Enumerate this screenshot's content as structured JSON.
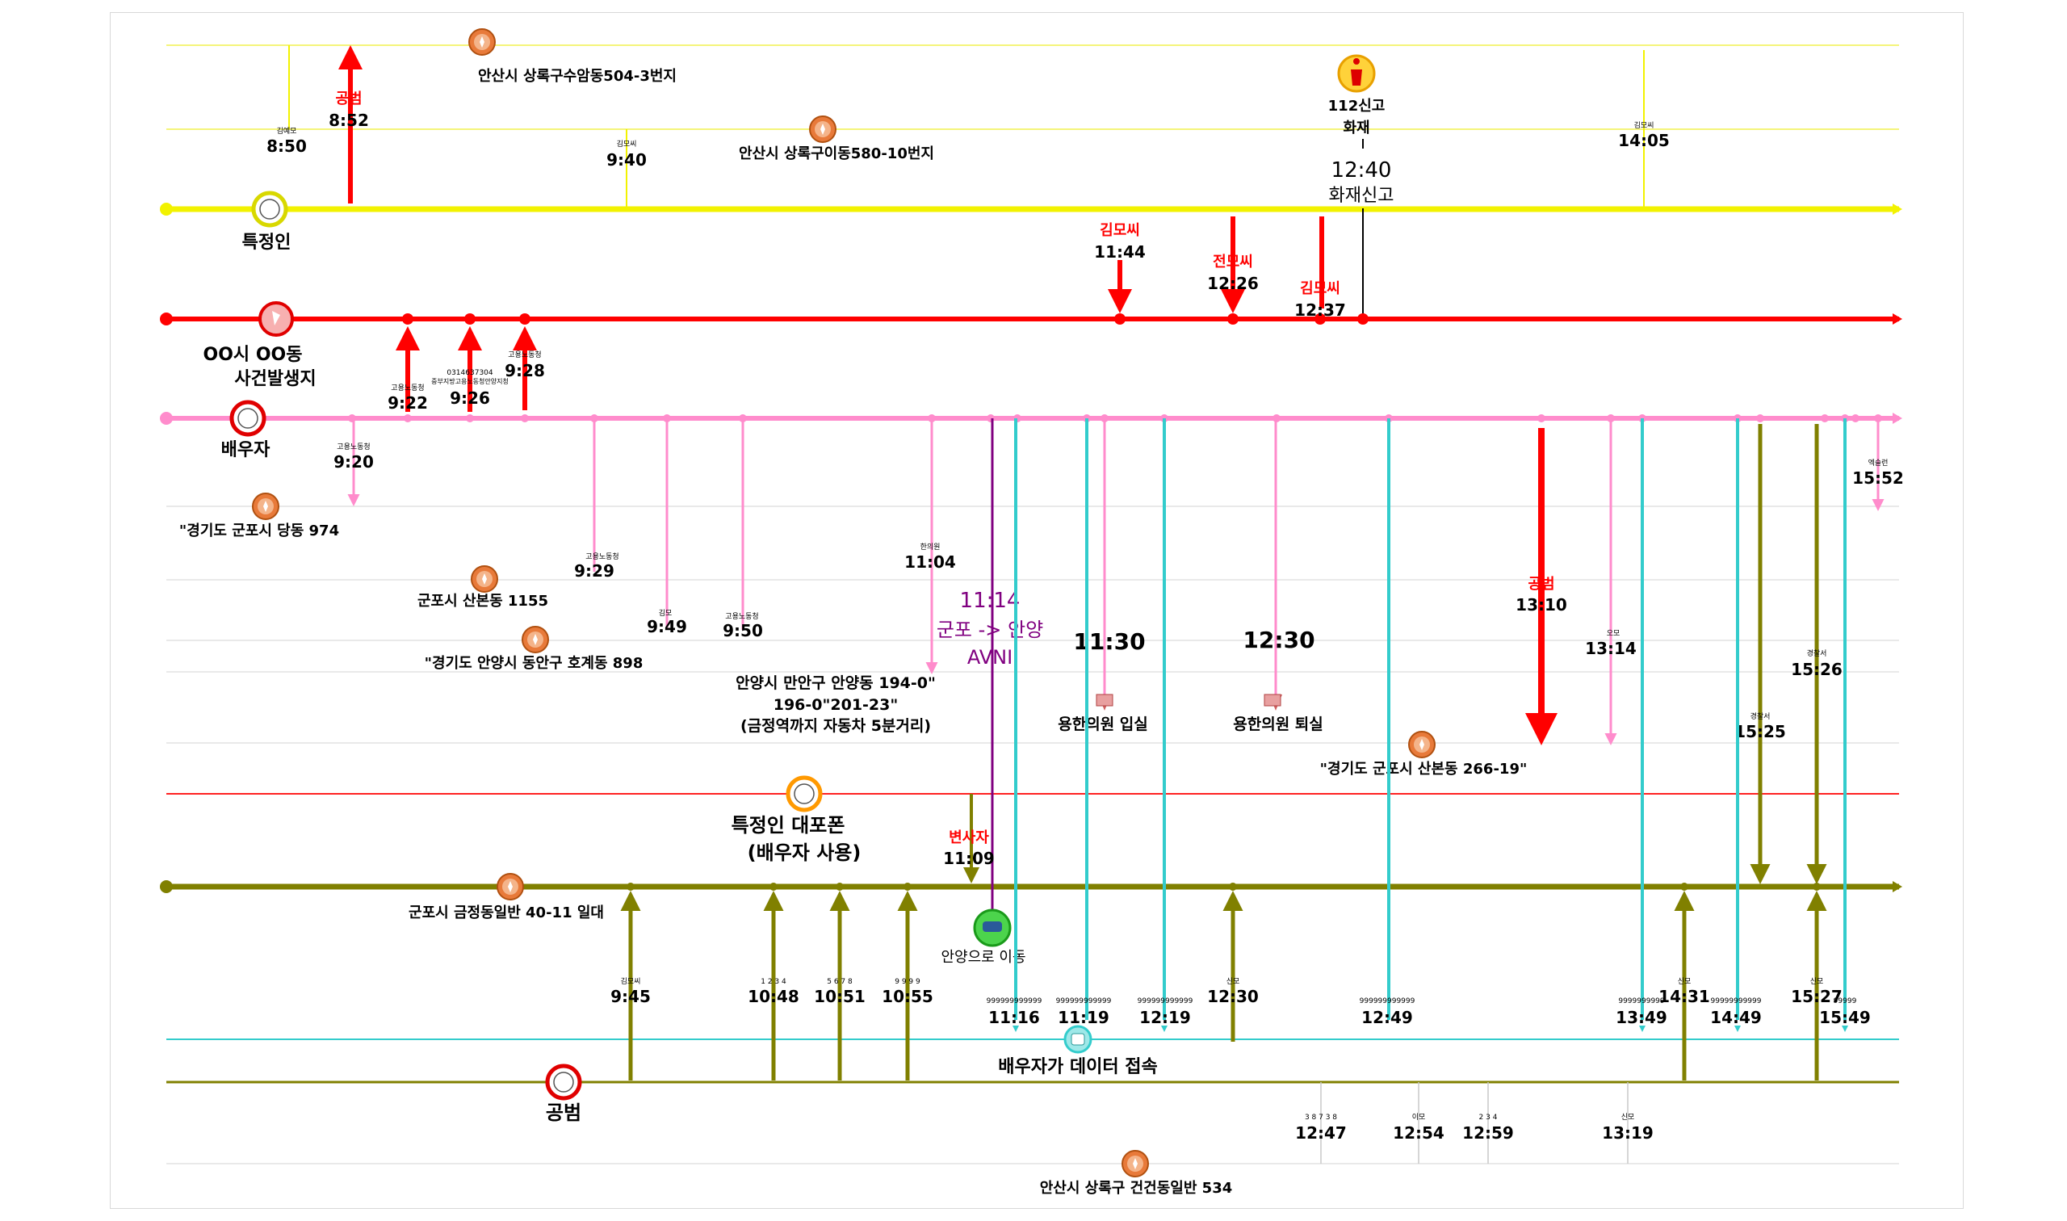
{
  "entities": [
    {
      "key": "person",
      "label_lines": [
        "특정인"
      ],
      "color": "#f5f500",
      "ring": "#d8d800"
    },
    {
      "key": "site",
      "label_lines": [
        "OO시 OO동",
        "사건발생지"
      ],
      "color": "#f00000",
      "ring": "#e00000"
    },
    {
      "key": "spouse",
      "label_lines": [
        "배우자"
      ],
      "color": "#ff8ccc",
      "ring": "#e00000"
    },
    {
      "key": "phone",
      "label_lines": [
        "특정인 대포폰",
        "(배우자 사용)"
      ],
      "color": "#ee2222",
      "ring": "#ff9900"
    },
    {
      "key": "accomplice",
      "label_lines": [
        "공범"
      ],
      "color": "#7f7f00",
      "ring": "#e00000"
    },
    {
      "key": "data",
      "label_lines": [
        "배우자가 데이터 접속"
      ],
      "color": "#33cccc",
      "ring": "#33cccc"
    }
  ],
  "places": [
    "안산시 상록구수암동504-3번지",
    "안산시 상록구이동580-10번지",
    "\"경기도 군포시 당동 974",
    "군포시 산본동 1155",
    "\"경기도 안양시 동안구 호계동 898",
    "\"경기도 군포시 산본동 266-19\"",
    "군포시 금정동일반 40-11 일대",
    "안산시 상록구 건건동일반 534"
  ],
  "route_note": [
    "안양시 만안구 안양동 194-0\"",
    "196-0\"201-23\"",
    "(금정역까지 자동차 5분거리)"
  ],
  "clinic": {
    "times": [
      "11:30",
      "12:30"
    ],
    "labels": [
      "용한의원 입실",
      "용한의원 퇴실"
    ]
  },
  "fire": {
    "title": [
      "112신고",
      "화재"
    ],
    "time": "12:40",
    "caption": "화재신고"
  },
  "move": {
    "time": "11:14",
    "route": "군포 -> 안양",
    "avn": "AVNI",
    "caption": "안양으로 이동"
  },
  "events": {
    "p_850": {
      "label": "김예모",
      "time": "8:50"
    },
    "p_852": {
      "label": "공범",
      "time": "8:52"
    },
    "p_940": {
      "label": "김모씨",
      "time": "9:40"
    },
    "p_1405": {
      "label": "김모씨",
      "time": "14:05"
    },
    "s_1144": {
      "label": "김모씨",
      "time": "11:44"
    },
    "s_1226": {
      "label": "전모씨",
      "time": "12:26"
    },
    "s_1237": {
      "label": "김모씨",
      "time": "12:37"
    },
    "s_922": {
      "label": "고용노동청",
      "time": "9:22"
    },
    "s_926": {
      "label": "0314637304",
      "label2": "중부지방고용노동청안양지청",
      "time": "9:26"
    },
    "s_928": {
      "label": "고용노동청",
      "time": "9:28"
    },
    "sp_920": {
      "label": "고용노동청",
      "time": "9:20"
    },
    "sp_929": {
      "label": "고용노동청",
      "time": "9:29"
    },
    "sp_949": {
      "label": "김모",
      "time": "9:49"
    },
    "sp_950": {
      "label": "고용노동청",
      "time": "9:50"
    },
    "sp_1104": {
      "label": "한의원",
      "time": "11:04"
    },
    "sp_1310": {
      "label": "공범",
      "time": "13:10"
    },
    "sp_1314": {
      "label": "오모",
      "time": "13:14"
    },
    "sp_1525": {
      "label": "경찰서",
      "time": "15:25"
    },
    "sp_1526": {
      "label": "경찰서",
      "time": "15:26"
    },
    "sp_1552": {
      "label": "엑슬런",
      "time": "15:52"
    },
    "ph_1109": {
      "label": "변사자",
      "time": "11:09"
    },
    "a_945": {
      "label": "김모씨",
      "time": "9:45"
    },
    "a_1048": {
      "label": "1 2 3 4",
      "time": "10:48"
    },
    "a_1051": {
      "label": "5 6 7 8",
      "time": "10:51"
    },
    "a_1055": {
      "label": "9 9 9 9",
      "time": "10:55"
    },
    "a_1230": {
      "label": "신모",
      "time": "12:30"
    },
    "a_1431": {
      "label": "신모",
      "time": "14:31"
    },
    "a_1527": {
      "label": "신모",
      "time": "15:27"
    },
    "d_1116": {
      "label": "999999999999",
      "time": "11:16"
    },
    "d_1119": {
      "label": "999999999999",
      "time": "11:19"
    },
    "d_1219": {
      "label": "999999999999",
      "time": "12:19"
    },
    "d_1249": {
      "label": "999999999999",
      "time": "12:49"
    },
    "d_1349": {
      "label": "9999999999",
      "time": "13:49"
    },
    "d_1449": {
      "label": "99999999999",
      "time": "14:49"
    },
    "d_1549": {
      "label": "99999",
      "time": "15:49"
    },
    "b_1247": {
      "label": "3 8 7 3 8",
      "time": "12:47"
    },
    "b_1254": {
      "label": "이모",
      "time": "12:54"
    },
    "b_1259": {
      "label": "2 3 4",
      "time": "12:59"
    },
    "b_1319": {
      "label": "신모",
      "time": "13:19"
    }
  },
  "icon_names": [
    "location-pin-icon",
    "person-icon",
    "hospital-icon",
    "car-icon",
    "database-icon"
  ]
}
